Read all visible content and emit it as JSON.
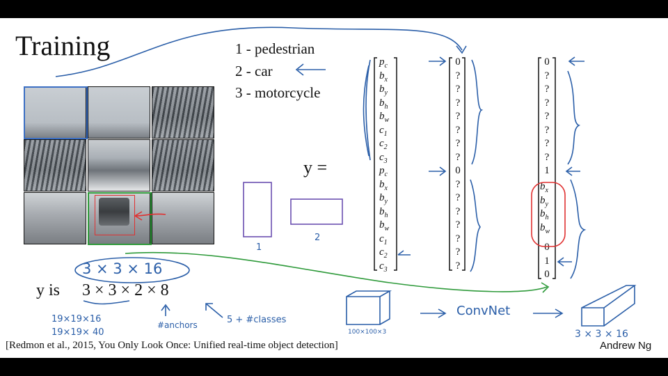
{
  "slide": {
    "title": "Training",
    "classes": [
      "1 -  pedestrian",
      "2 -  car",
      "3 -  motorcycle"
    ],
    "y_equals": "y   =",
    "vector_labels": [
      "p",
      "b",
      "b",
      "b",
      "b",
      "c",
      "c",
      "c",
      "p",
      "b",
      "b",
      "b",
      "b",
      "c",
      "c",
      "c"
    ],
    "vector_subs": [
      "c",
      "x",
      "y",
      "h",
      "w",
      "1",
      "2",
      "3",
      "c",
      "x",
      "y",
      "h",
      "w",
      "1",
      "2",
      "3"
    ],
    "column2": [
      "0",
      "?",
      "?",
      "?",
      "?",
      "?",
      "?",
      "?",
      "0",
      "?",
      "?",
      "?",
      "?",
      "?",
      "?",
      "?"
    ],
    "column3_top": [
      "0",
      "?",
      "?",
      "?",
      "?",
      "?",
      "?",
      "?",
      "1"
    ],
    "column3_box_labels": [
      "b",
      "b",
      "b",
      "b"
    ],
    "column3_box_subs": [
      "x",
      "y",
      "h",
      "w"
    ],
    "column3_bottom": [
      "0",
      "1",
      "0"
    ],
    "y_shape_prefix": "y  is",
    "y_shape": "3 × 3 × 2 × 8",
    "handwritten": {
      "circled": "3 × 3 × 16",
      "left_1": "19×19×16",
      "left_2": "19×19× 40",
      "anchors": "#anchors",
      "classes_note": "5 + #classes",
      "anchor_1": "1",
      "anchor_2": "2",
      "input_size": "100×100×3",
      "convnet": "ConvNet",
      "output_size": "3 × 3 × 16"
    },
    "citation": "[Redmon et al., 2015, You Only Look Once: Unified real-time object detection]",
    "author": "Andrew Ng"
  }
}
